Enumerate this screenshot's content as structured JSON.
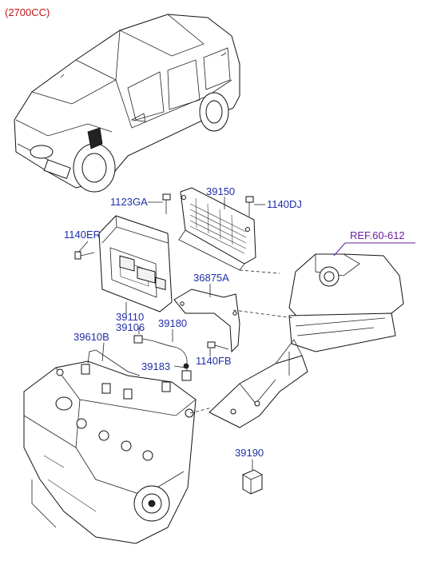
{
  "header": {
    "engine": "(2700CC)"
  },
  "reference": {
    "label": "REF.60-612"
  },
  "parts": [
    {
      "id": "p-39150",
      "label": "39150"
    },
    {
      "id": "p-1123ga",
      "label": "1123GA"
    },
    {
      "id": "p-1140dj",
      "label": "1140DJ"
    },
    {
      "id": "p-1140er",
      "label": "1140ER"
    },
    {
      "id": "p-36875a",
      "label": "36875A"
    },
    {
      "id": "p-39110",
      "label": "39110"
    },
    {
      "id": "p-39106",
      "label": "39106"
    },
    {
      "id": "p-39180",
      "label": "39180"
    },
    {
      "id": "p-39610b",
      "label": "39610B"
    },
    {
      "id": "p-39183",
      "label": "39183"
    },
    {
      "id": "p-1140fb",
      "label": "1140FB"
    },
    {
      "id": "p-39190",
      "label": "39190"
    }
  ]
}
